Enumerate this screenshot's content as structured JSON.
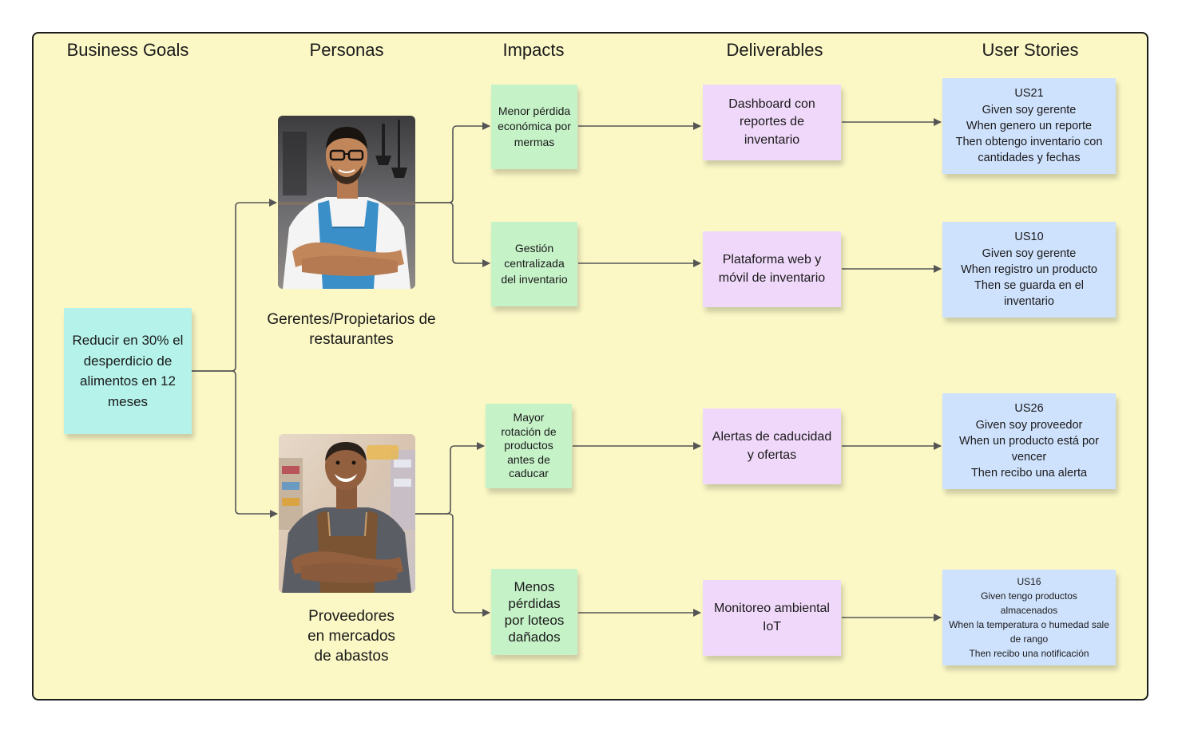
{
  "columns": {
    "goals": "Business Goals",
    "personas": "Personas",
    "impacts": "Impacts",
    "deliverables": "Deliverables",
    "stories": "User Stories"
  },
  "goal": "Reducir en 30% el desperdicio de alimentos en 12 meses",
  "personas": {
    "gerente": "Gerentes/Propietarios de restaurantes",
    "proveedor": "Proveedores en mercados de abastos"
  },
  "impacts": [
    "Menor pérdida económica por mermas",
    "Gestión centralizada del inventario",
    "Mayor rotación de productos antes de caducar",
    "Menos pérdidas por loteos dañados"
  ],
  "deliverables": [
    "Dashboard con reportes de inventario",
    "Plataforma web y móvil de inventario",
    "Alertas de caducidad y ofertas",
    "Monitoreo ambiental IoT"
  ],
  "stories": [
    {
      "id": "US21",
      "given": "Given soy gerente",
      "when": "When genero un reporte",
      "then": "Then obtengo inventario con cantidades y fechas"
    },
    {
      "id": "US10",
      "given": "Given soy gerente",
      "when": "When registro un producto",
      "then": "Then se guarda en el inventario"
    },
    {
      "id": "US26",
      "given": "Given soy proveedor",
      "when": "When un producto está por vencer",
      "then": "Then recibo una alerta"
    },
    {
      "id": "US16",
      "given": "Given tengo productos almacenados",
      "when": "When la temperatura o humedad sale de rango",
      "then": "Then recibo una notificación"
    }
  ],
  "colors": {
    "board": "#fbf8c6",
    "goal": "#b4f2ea",
    "impact": "#c6f2c8",
    "deliverable": "#f0d8fa",
    "story": "#cfe2fd",
    "connector": "#555555"
  },
  "icons": [
    "person-with-glasses-apron-photo",
    "smiling-vendor-apron-photo"
  ]
}
